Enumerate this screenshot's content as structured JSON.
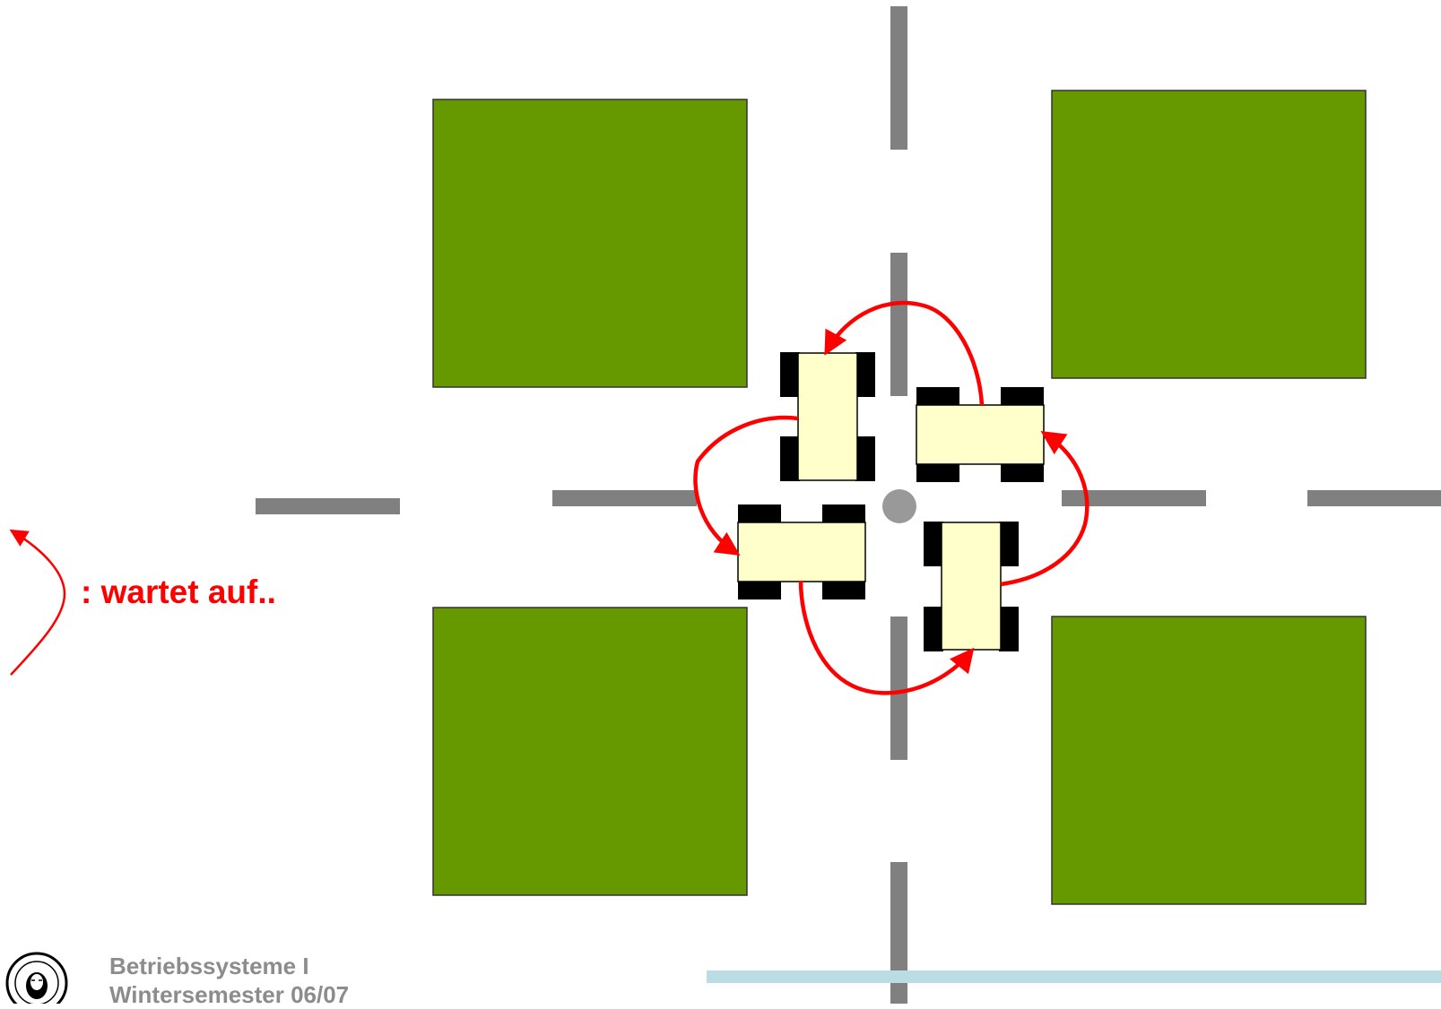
{
  "legend": {
    "label": ": wartet auf..",
    "arrow_icon": "curved-arrow-icon"
  },
  "footer": {
    "title": "Betriebssysteme I",
    "subtitle": "Wintersemester 06/07",
    "logo_icon": "university-seal-icon"
  },
  "colors": {
    "block": "#669900",
    "road_marking": "#808080",
    "car_body": "#ffffcc",
    "car_wheel": "#000000",
    "wait_arrow": "#ff0000",
    "center_dot": "#999999",
    "footer_text": "#8c8c8c",
    "footer_bar": "#b9dde3"
  }
}
